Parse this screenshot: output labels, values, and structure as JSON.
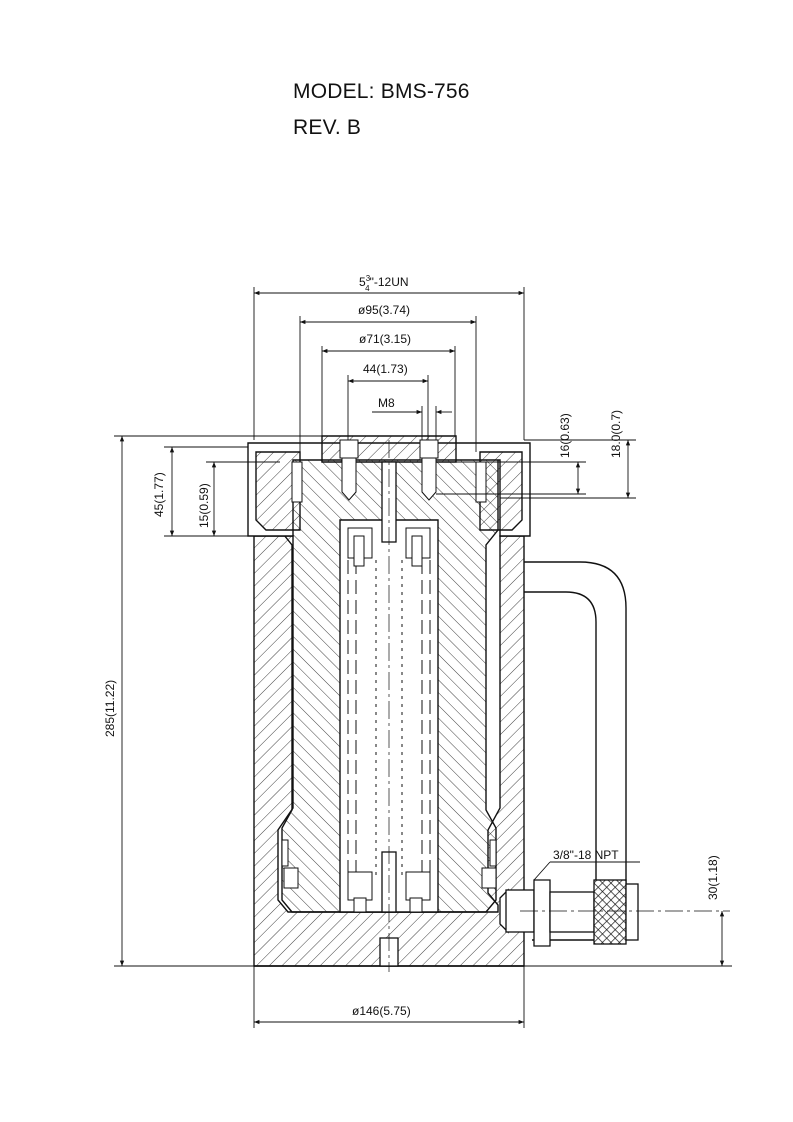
{
  "header": {
    "model_label": "MODEL: BMS-756",
    "revision_label": "REV. B"
  },
  "dimensions": {
    "thread_whole": "5",
    "thread_frac_num": "3",
    "thread_frac_den": "4",
    "thread_rest": "\"-12UN",
    "dia_95": "ø95(3.74)",
    "dia_71": "ø71(3.15)",
    "bolt_spacing": "44(1.73)",
    "bolt_thread": "M8",
    "height_16": "16(0.63)",
    "height_18": "18.0(0.7)",
    "height_45": "45(1.77)",
    "height_15": "15(0.59)",
    "height_285": "285(11.22)",
    "port_thread": "3/8\"-18 NPT",
    "height_30": "30(1.18)",
    "dia_146": "ø146(5.75)"
  },
  "colors": {
    "line": "#111111",
    "background": "#ffffff"
  }
}
